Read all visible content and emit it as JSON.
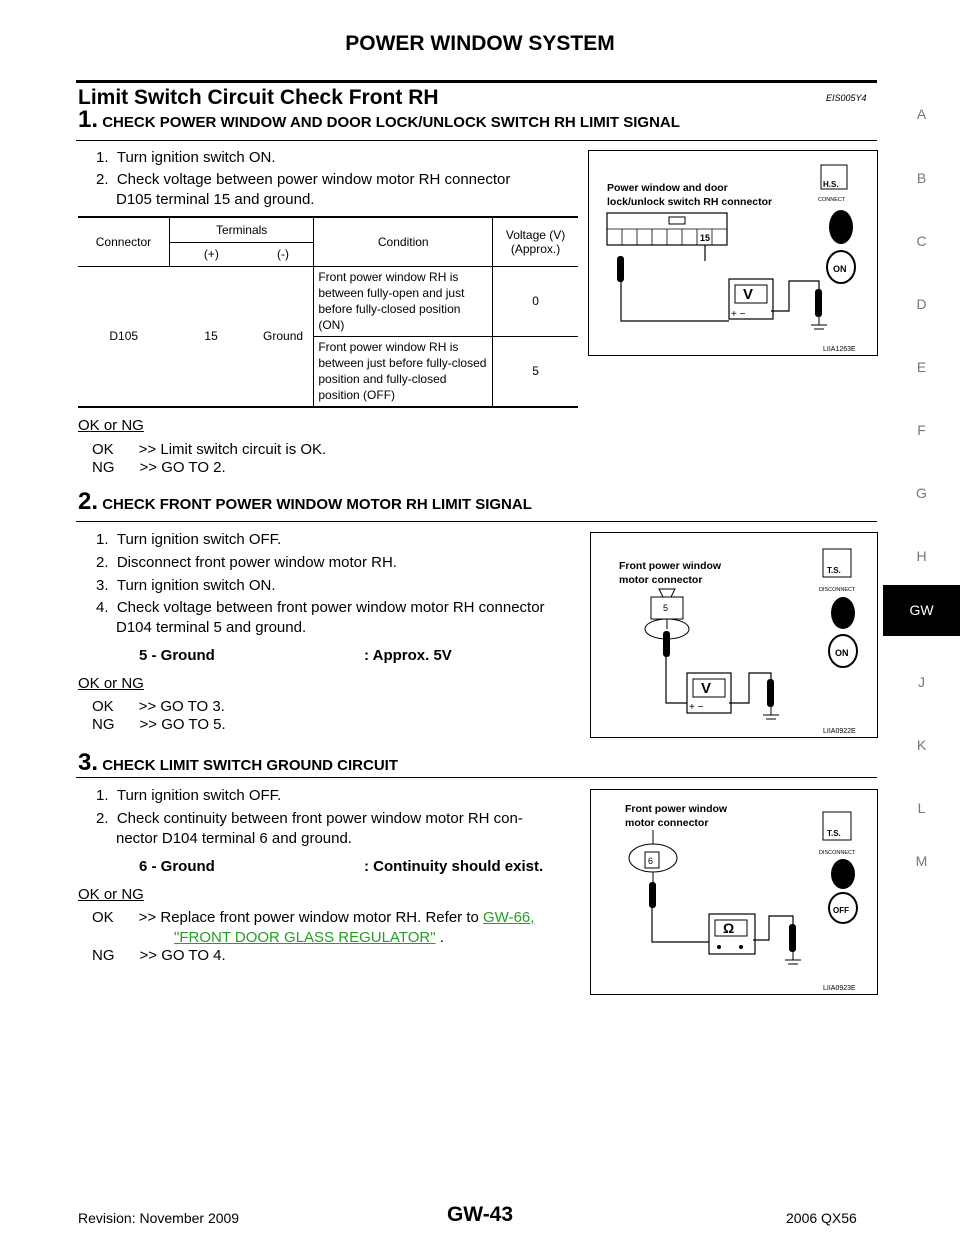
{
  "header": {
    "title": "POWER WINDOW SYSTEM"
  },
  "section": {
    "title": "Limit Switch Circuit Check Front RH",
    "code": "EIS005Y4"
  },
  "step1": {
    "num": "1.",
    "title": "CHECK POWER WINDOW AND DOOR LOCK/UNLOCK SWITCH RH LIMIT SIGNAL",
    "items": [
      "1.  Turn ignition switch ON.",
      "2.  Check voltage between power window motor RH connector",
      "D105 terminal 15 and ground."
    ],
    "table": {
      "h_connector": "Connector",
      "h_terminals": "Terminals",
      "h_plus": "(+)",
      "h_minus": "(-)",
      "h_condition": "Condition",
      "h_voltage": "Voltage (V) (Approx.)",
      "connector": "D105",
      "plus": "15",
      "minus": "Ground",
      "rows": [
        {
          "condition": "Front power window RH is between fully-open and just before fully-closed position (ON)",
          "voltage": "0"
        },
        {
          "condition": "Front power window RH is between just before fully-closed position and fully-closed position (OFF)",
          "voltage": "5"
        }
      ]
    },
    "okng": "OK or NG",
    "ok": "OK      >> Limit switch circuit is OK.",
    "ng": "NG      >> GO TO 2.",
    "fig": {
      "label1": "Power window and door",
      "label2": "lock/unlock switch RH connector",
      "terminal": "15",
      "meter": "V",
      "id": "LIIA1263E",
      "badge": "H.S.",
      "connect": "CONNECT",
      "on": "ON"
    }
  },
  "step2": {
    "num": "2.",
    "title": "CHECK FRONT POWER WINDOW MOTOR RH LIMIT SIGNAL",
    "items": [
      "1.  Turn ignition switch OFF.",
      "2.  Disconnect front power window motor RH.",
      "3.  Turn ignition switch ON.",
      "4.  Check voltage between front power window motor RH connector",
      "D104 terminal 5 and ground."
    ],
    "spec_left": "5 - Ground",
    "spec_right": ": Approx. 5V",
    "okng": "OK or NG",
    "ok": "OK      >> GO TO 3.",
    "ng": "NG      >> GO TO 5.",
    "fig": {
      "label1": "Front power window",
      "label2": "motor connector",
      "terminal": "5",
      "meter": "V",
      "id": "LIIA0922E",
      "badge": "T.S.",
      "connect": "DISCONNECT",
      "on": "ON"
    }
  },
  "step3": {
    "num": "3.",
    "title": "CHECK LIMIT SWITCH GROUND CIRCUIT",
    "items": [
      "1.  Turn ignition switch OFF.",
      "2.  Check continuity between front power window motor RH con-",
      "nector D104 terminal 6 and ground."
    ],
    "spec_left": "6 - Ground",
    "spec_right": ": Continuity should exist.",
    "okng": "OK or NG",
    "ok": "OK      >> Replace front power window motor RH. Refer to",
    "ok_link1": "GW-66,",
    "ok_link2": "\"FRONT DOOR GLASS REGULATOR\"",
    "ok_tail": " .",
    "ng": "NG      >> GO TO 4.",
    "fig": {
      "label1": "Front power window",
      "label2": "motor connector",
      "terminal": "6",
      "meter": "Ω",
      "id": "LIIA0923E",
      "badge": "T.S.",
      "connect": "DISCONNECT",
      "off": "OFF"
    }
  },
  "tabs": [
    "A",
    "B",
    "C",
    "D",
    "E",
    "F",
    "G",
    "H",
    "GW",
    "J",
    "K",
    "L",
    "M"
  ],
  "active_tab": "GW",
  "footer": {
    "revision": "Revision: November 2009",
    "page": "GW-43",
    "model": "2006 QX56"
  }
}
